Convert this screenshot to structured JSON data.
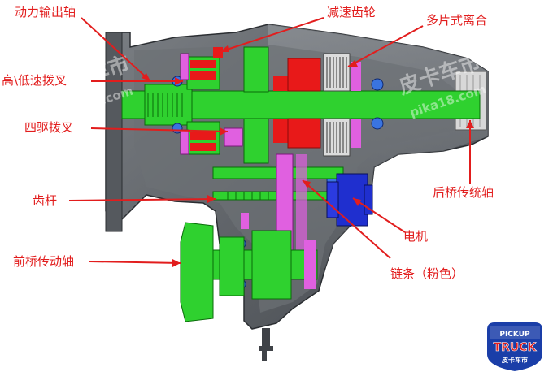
{
  "labels": {
    "power_output_shaft": "动力输出轴",
    "reduction_gear": "减速齿轮",
    "multi_plate_clutch": "多片式离合",
    "hi_lo_shift_fork": "高\\低速拨叉",
    "four_wd_shift_fork": "四驱拨叉",
    "rear_axle_shaft": "后桥传统轴",
    "rack": "齿杆",
    "motor": "电机",
    "front_axle_shaft": "前桥传动轴",
    "chain_pink": "链条（粉色）"
  },
  "watermark": {
    "brand": "皮卡车市",
    "url": "pika18.com"
  },
  "logo": {
    "line1": "PICKUP",
    "line2": "TRUCK",
    "line3": "皮卡车市"
  },
  "colors": {
    "label": "#e21d1d",
    "housing": "#5f6368",
    "shaft": "#2fd12f",
    "gear_red": "#e81919",
    "chain_pink": "#e060e0",
    "motor_blue": "#1f2fcf",
    "bearing_blue": "#3a74e0"
  }
}
